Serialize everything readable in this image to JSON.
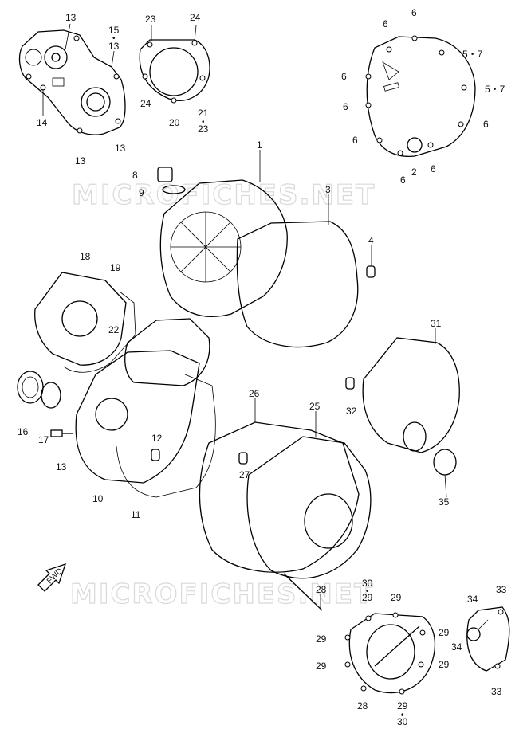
{
  "watermark": "MICROFICHES.NET",
  "direction_label": "FWD",
  "callouts": [
    {
      "id": "c13a",
      "text": "13"
    },
    {
      "id": "c15",
      "text": "15"
    },
    {
      "id": "c13b",
      "text": "13"
    },
    {
      "id": "c14",
      "text": "14"
    },
    {
      "id": "c13c",
      "text": "13"
    },
    {
      "id": "c13d",
      "text": "13"
    },
    {
      "id": "c23a",
      "text": "23"
    },
    {
      "id": "c24a",
      "text": "24"
    },
    {
      "id": "c24b",
      "text": "24"
    },
    {
      "id": "c20",
      "text": "20"
    },
    {
      "id": "c21",
      "text": "21"
    },
    {
      "id": "c23b",
      "text": "23"
    },
    {
      "id": "c6a",
      "text": "6"
    },
    {
      "id": "c6b",
      "text": "6"
    },
    {
      "id": "c57a",
      "text": "5・7"
    },
    {
      "id": "c6c",
      "text": "6"
    },
    {
      "id": "c57b",
      "text": "5・7"
    },
    {
      "id": "c6d",
      "text": "6"
    },
    {
      "id": "c6e",
      "text": "6"
    },
    {
      "id": "c6f",
      "text": "6"
    },
    {
      "id": "c2",
      "text": "2"
    },
    {
      "id": "c6g",
      "text": "6"
    },
    {
      "id": "c6h",
      "text": "6"
    },
    {
      "id": "c1",
      "text": "1"
    },
    {
      "id": "c8",
      "text": "8"
    },
    {
      "id": "c9",
      "text": "9"
    },
    {
      "id": "c3",
      "text": "3"
    },
    {
      "id": "c4",
      "text": "4"
    },
    {
      "id": "c18",
      "text": "18"
    },
    {
      "id": "c19",
      "text": "19"
    },
    {
      "id": "c22",
      "text": "22"
    },
    {
      "id": "c31",
      "text": "31"
    },
    {
      "id": "c16",
      "text": "16"
    },
    {
      "id": "c17",
      "text": "17"
    },
    {
      "id": "c13e",
      "text": "13"
    },
    {
      "id": "c10",
      "text": "10"
    },
    {
      "id": "c12",
      "text": "12"
    },
    {
      "id": "c11",
      "text": "11"
    },
    {
      "id": "c26",
      "text": "26"
    },
    {
      "id": "c25",
      "text": "25"
    },
    {
      "id": "c32",
      "text": "32"
    },
    {
      "id": "c27",
      "text": "27"
    },
    {
      "id": "c35",
      "text": "35"
    },
    {
      "id": "c28a",
      "text": "28"
    },
    {
      "id": "c30a",
      "text": "30"
    },
    {
      "id": "c29a",
      "text": "29"
    },
    {
      "id": "c29b",
      "text": "29"
    },
    {
      "id": "c29c",
      "text": "29"
    },
    {
      "id": "c29d",
      "text": "29"
    },
    {
      "id": "c29e",
      "text": "29"
    },
    {
      "id": "c29f",
      "text": "29"
    },
    {
      "id": "c28b",
      "text": "28"
    },
    {
      "id": "c29g",
      "text": "29"
    },
    {
      "id": "c30b",
      "text": "30"
    },
    {
      "id": "c34a",
      "text": "34"
    },
    {
      "id": "c33a",
      "text": "33"
    },
    {
      "id": "c34b",
      "text": "34"
    },
    {
      "id": "c33b",
      "text": "33"
    }
  ]
}
